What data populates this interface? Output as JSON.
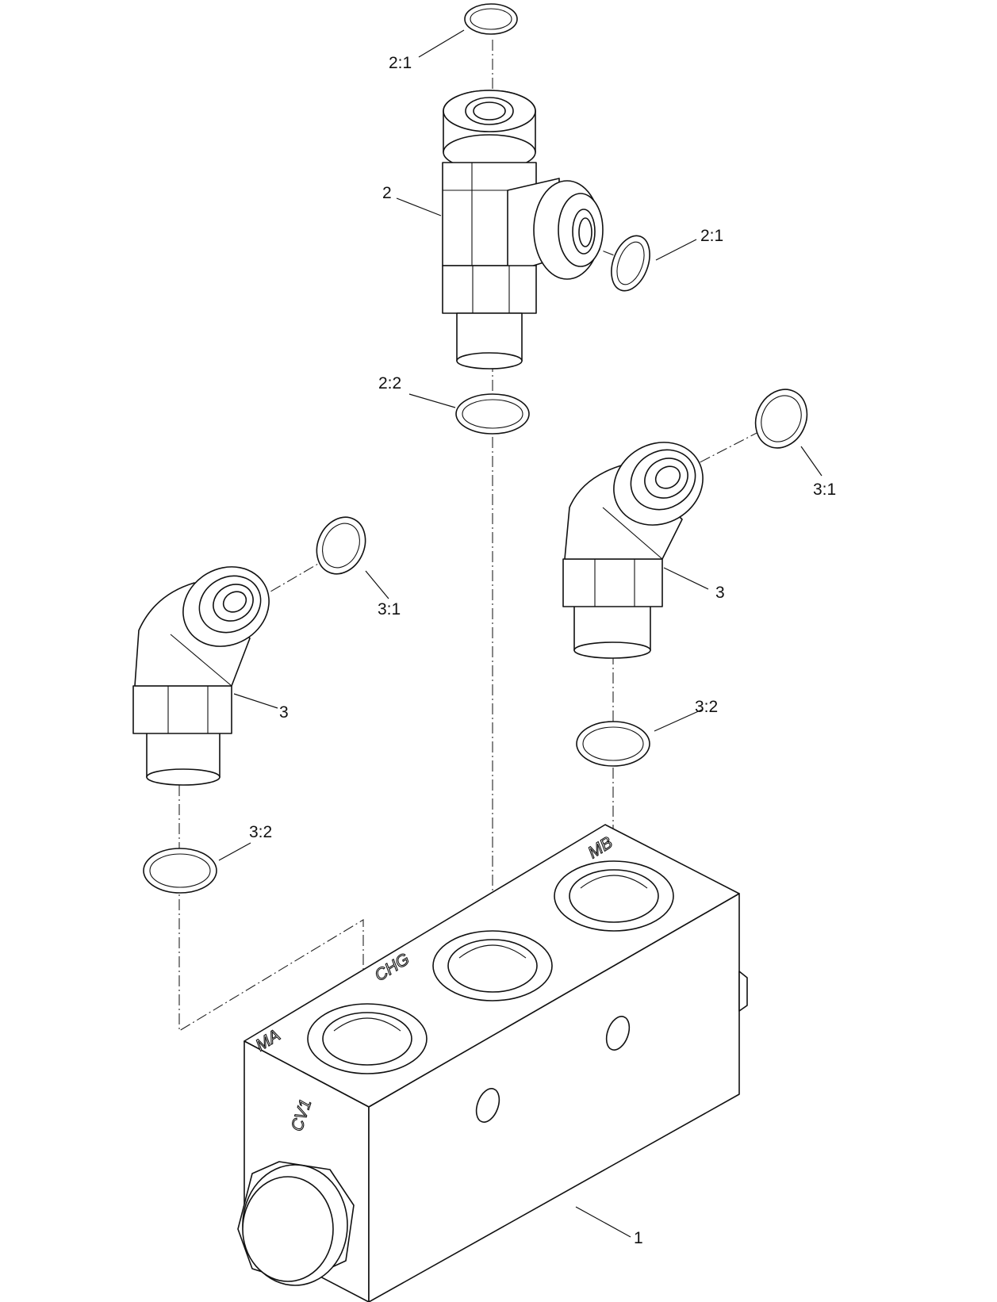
{
  "callouts": {
    "c2_1_top": "2:1",
    "c2": "2",
    "c2_1_side": "2:1",
    "c2_2": "2:2",
    "c3_1_right": "3:1",
    "c3_right": "3",
    "c3_2_right": "3:2",
    "c3_1_left": "3:1",
    "c3_left": "3",
    "c3_2_left": "3:2",
    "c1": "1"
  },
  "port_stamps": {
    "ma": "MA",
    "chg": "CHG",
    "mb": "MB",
    "cv1": "CV1"
  }
}
